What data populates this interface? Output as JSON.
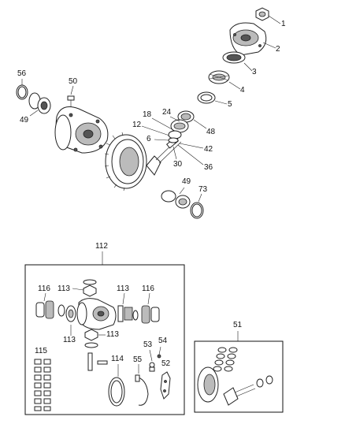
{
  "labels": {
    "c1": "1",
    "c2": "2",
    "c3": "3",
    "c4": "4",
    "c5": "5",
    "c56": "56",
    "c50": "50",
    "c49a": "49",
    "c18": "18",
    "c24": "24",
    "c12": "12",
    "c48": "48",
    "c6": "6",
    "c42": "42",
    "c30": "30",
    "c36": "36",
    "c49b": "49",
    "c73": "73",
    "c112": "112",
    "c116a": "116",
    "c113a": "113",
    "c113b": "113",
    "c116b": "116",
    "c113c": "113",
    "c113d": "113",
    "c115": "115",
    "c114": "114",
    "c55": "55",
    "c53": "53",
    "c54": "54",
    "c52": "52",
    "c51": "51"
  }
}
